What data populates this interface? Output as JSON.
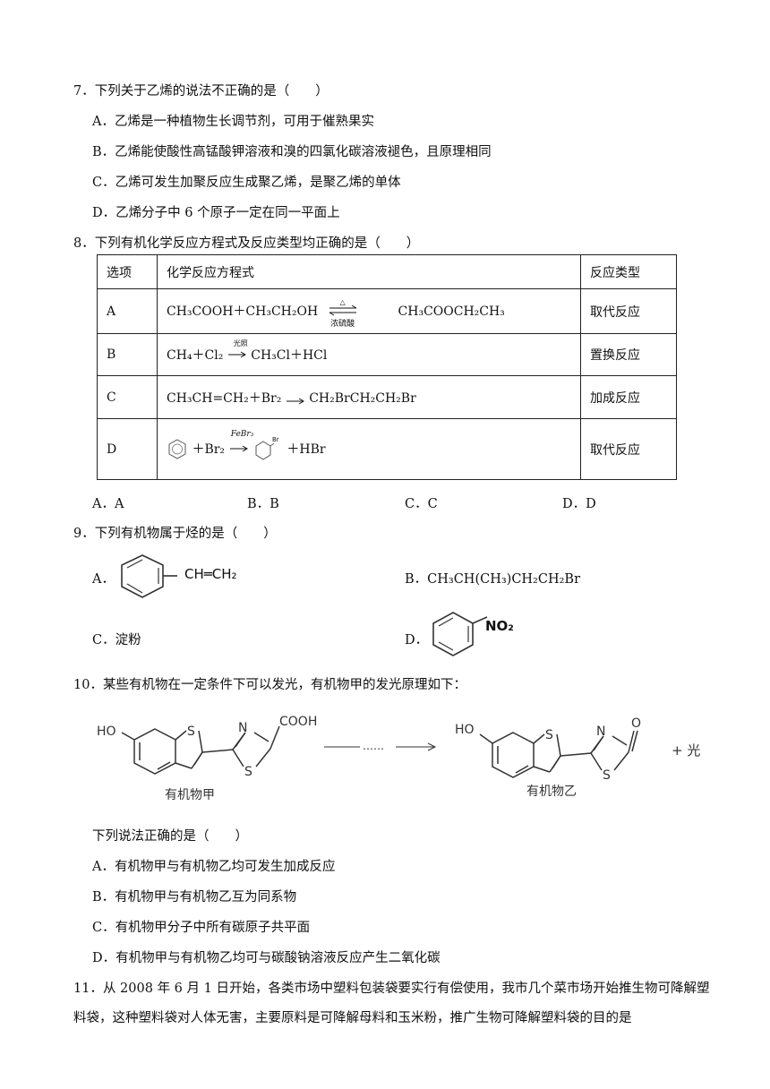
{
  "q7": {
    "stem": "7．下列关于乙烯的说法不正确的是（　　）",
    "options": [
      "A．乙烯是一种植物生长调节剂，可用于催熟果实",
      "B．乙烯能使酸性高锰酸钾溶液和溴的四氯化碳溶液褪色，且原理相同",
      "C．乙烯可发生加聚反应生成聚乙烯，是聚乙烯的单体",
      "D．乙烯分子中 6 个原子一定在同一平面上"
    ]
  },
  "q8": {
    "stem": "8．下列有机化学反应方程式及反应类型均正确的是（　　）",
    "table": {
      "headers": [
        "选项",
        "化学反应方程式",
        "反应类型"
      ],
      "rows": [
        {
          "option": "A",
          "type": "取代反应"
        },
        {
          "option": "B",
          "type": "置换反应"
        },
        {
          "option": "C",
          "type": "加成反应"
        },
        {
          "option": "D",
          "type": "取代反应"
        }
      ]
    },
    "eqA": {
      "left": "CH₃COOH＋CH₃CH₂OH",
      "cond_top": "△",
      "cond_bottom": "浓硫酸",
      "right": "CH₃COOCH₂CH₃"
    },
    "eqB": {
      "left": "CH₄＋Cl₂",
      "cond": "光照",
      "right": "CH₃Cl＋HCl"
    },
    "eqC": {
      "left": "CH₃CH=CH₂＋Br₂",
      "right": "CH₂BrCH₂CH₂Br"
    },
    "eqD": {
      "plus_br2": "＋Br₂",
      "cond": "FeBr₃",
      "br_label": "Br",
      "right": "＋HBr"
    },
    "answers": [
      "A．A",
      "B．B",
      "C．C",
      "D．D"
    ]
  },
  "q9": {
    "stem": "9．下列有机物属于烃的是（　　）",
    "optA_label": "A．",
    "optA_group": "CH═CH₂",
    "optB": "B．CH₃CH(CH₃)CH₂CH₂Br",
    "optC": "C．淀粉",
    "optD_label": "D．",
    "optD_group": "NO₂"
  },
  "q10": {
    "stem": "10．某些有机物在一定条件下可以发光，有机物甲的发光原理如下：",
    "ho": "HO",
    "s": "S",
    "n": "N",
    "cooh": "COOH",
    "o": "O",
    "dots": "……",
    "plus_light": "+ 光",
    "mol1_name": "有机物甲",
    "mol2_name": "有机物乙",
    "sub_stem": "下列说法正确的是（　　）",
    "options": [
      "A．有机物甲与有机物乙均可发生加成反应",
      "B．有机物甲与有机物乙互为同系物",
      "C．有机物甲分子中所有碳原子共平面",
      "D．有机物甲与有机物乙均可与碳酸钠溶液反应产生二氧化碳"
    ]
  },
  "q11": {
    "stem": "11．从 2008 年 6 月 1 日开始，各类市场中塑料包装袋要实行有偿使用，我市几个菜市场开始推生物可降解塑料袋，这种塑料袋对人体无害，主要原料是可降解母料和玉米粉，推广生物可降解塑料袋的目的是"
  }
}
